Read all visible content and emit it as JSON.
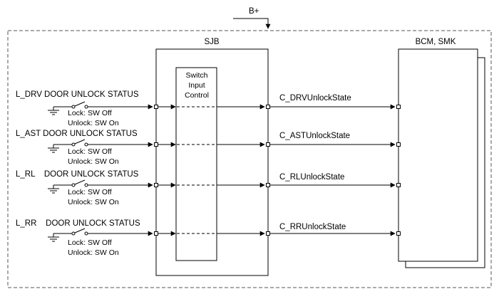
{
  "supply": {
    "label": "B+"
  },
  "sjb": {
    "label": "SJB"
  },
  "switch_block": {
    "lines": [
      "Switch",
      "Input",
      "Control"
    ]
  },
  "bcm": {
    "label": "BCM, SMK"
  },
  "channels": [
    {
      "status_label": "L_DRV DOOR UNLOCK STATUS",
      "lock_text": "Lock: SW Off",
      "unlock_text": "Unlock: SW On",
      "signal": "C_DRVUnlockState"
    },
    {
      "status_label": "L_AST DOOR UNLOCK STATUS",
      "lock_text": "Lock: SW Off",
      "unlock_text": "Unlock: SW On",
      "signal": "C_ASTUnlockState"
    },
    {
      "status_label": "L_RL    DOOR UNLOCK STATUS",
      "lock_text": "Lock: SW Off",
      "unlock_text": "Unlock: SW On",
      "signal": "C_RLUnlockState"
    },
    {
      "status_label": "L_RR    DOOR UNLOCK STATUS",
      "lock_text": "Lock: SW Off",
      "unlock_text": "Unlock: SW On",
      "signal": "C_RRUnlockState"
    }
  ]
}
